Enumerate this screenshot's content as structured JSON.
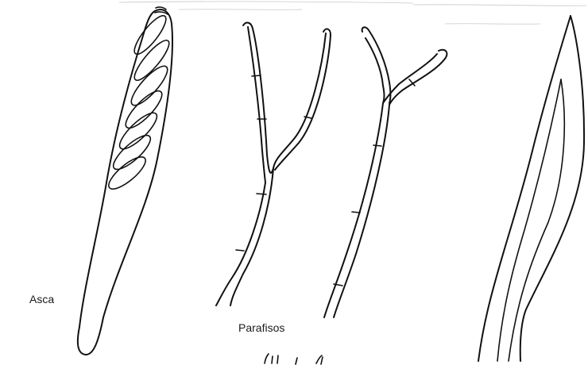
{
  "figure": {
    "labels": {
      "asca": "Asca",
      "parafisos": "Parafisos"
    },
    "parts": [
      "ascus-with-spores",
      "paraphysis-left",
      "paraphysis-middle",
      "paraphysis-right"
    ],
    "colors": {
      "ink": "#111111",
      "background": "#ffffff",
      "scan_noise": "#9a9a9a"
    }
  }
}
